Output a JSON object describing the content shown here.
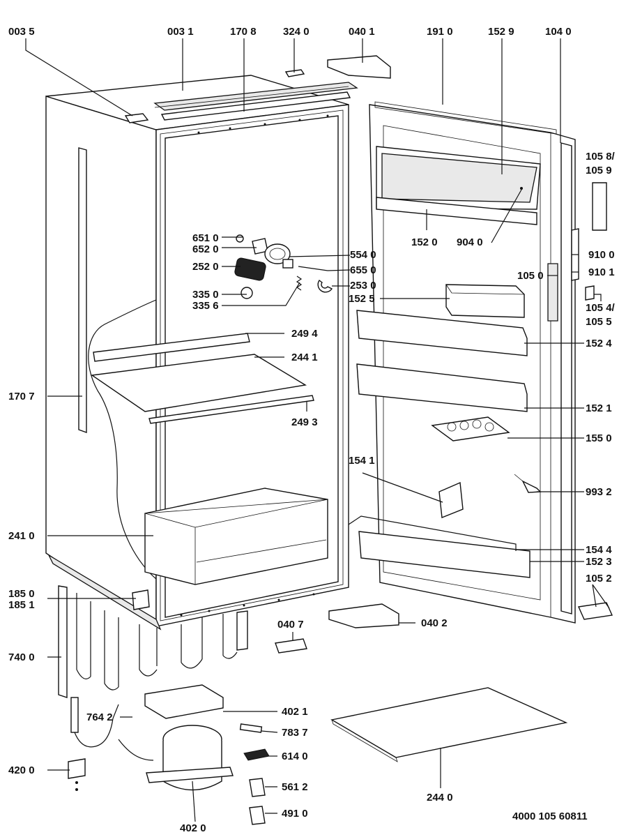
{
  "footer": {
    "drawing_number": "4000 105 60811"
  },
  "labels": [
    {
      "id": "0035",
      "text": "003 5"
    },
    {
      "id": "0031",
      "text": "003 1"
    },
    {
      "id": "1708",
      "text": "170 8"
    },
    {
      "id": "3240",
      "text": "324 0"
    },
    {
      "id": "0401",
      "text": "040 1"
    },
    {
      "id": "1910",
      "text": "191 0"
    },
    {
      "id": "1529",
      "text": "152 9"
    },
    {
      "id": "1040",
      "text": "104 0"
    },
    {
      "id": "1058a",
      "text": "105 8/"
    },
    {
      "id": "1058b",
      "text": "105 9"
    },
    {
      "id": "6510",
      "text": "651 0"
    },
    {
      "id": "6520",
      "text": "652 0"
    },
    {
      "id": "2520",
      "text": "252 0"
    },
    {
      "id": "5540",
      "text": "554 0"
    },
    {
      "id": "6550",
      "text": "655 0"
    },
    {
      "id": "2530",
      "text": "253 0"
    },
    {
      "id": "3350",
      "text": "335 0"
    },
    {
      "id": "3356",
      "text": "335 6"
    },
    {
      "id": "1520",
      "text": "152 0"
    },
    {
      "id": "9040",
      "text": "904 0"
    },
    {
      "id": "9100",
      "text": "910 0"
    },
    {
      "id": "9101",
      "text": "910 1"
    },
    {
      "id": "1050",
      "text": "105 0"
    },
    {
      "id": "1525",
      "text": "152 5"
    },
    {
      "id": "1054a",
      "text": "105 4/"
    },
    {
      "id": "1054b",
      "text": "105 5"
    },
    {
      "id": "1524",
      "text": "152 4"
    },
    {
      "id": "2494",
      "text": "249 4"
    },
    {
      "id": "2441",
      "text": "244 1"
    },
    {
      "id": "1707",
      "text": "170 7"
    },
    {
      "id": "2493",
      "text": "249 3"
    },
    {
      "id": "1521",
      "text": "152 1"
    },
    {
      "id": "1550",
      "text": "155 0"
    },
    {
      "id": "1541",
      "text": "154 1"
    },
    {
      "id": "9932",
      "text": "993 2"
    },
    {
      "id": "2410",
      "text": "241 0"
    },
    {
      "id": "1544",
      "text": "154 4"
    },
    {
      "id": "1523",
      "text": "152 3"
    },
    {
      "id": "1052",
      "text": "105 2"
    },
    {
      "id": "1850",
      "text": "185 0"
    },
    {
      "id": "1851",
      "text": "185 1"
    },
    {
      "id": "0407",
      "text": "040 7"
    },
    {
      "id": "0402",
      "text": "040 2"
    },
    {
      "id": "7400",
      "text": "740 0"
    },
    {
      "id": "4021",
      "text": "402 1"
    },
    {
      "id": "7642",
      "text": "764 2"
    },
    {
      "id": "7837",
      "text": "783 7"
    },
    {
      "id": "6140",
      "text": "614 0"
    },
    {
      "id": "4200",
      "text": "420 0"
    },
    {
      "id": "5612",
      "text": "561 2"
    },
    {
      "id": "2440",
      "text": "244 0"
    },
    {
      "id": "4910",
      "text": "491 0"
    },
    {
      "id": "4020",
      "text": "402 0"
    }
  ]
}
